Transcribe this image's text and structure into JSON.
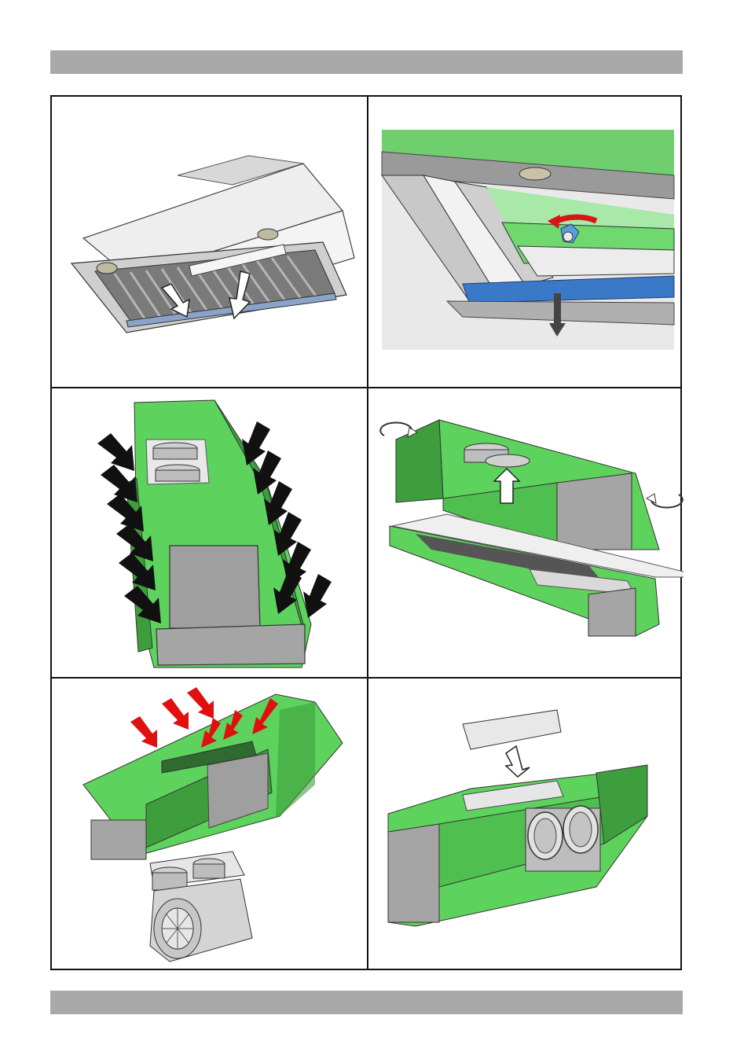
{
  "page": {
    "header_bar": "",
    "footer_bar": ""
  },
  "figures": [
    {
      "id": "fig-1",
      "subject": "hood-underside-filters-removal"
    },
    {
      "id": "fig-2",
      "subject": "filter-latch-release"
    },
    {
      "id": "fig-3",
      "subject": "insert-side-screws"
    },
    {
      "id": "fig-4",
      "subject": "lift-insert-from-frame"
    },
    {
      "id": "fig-5",
      "subject": "top-access-panel-screws-blower"
    },
    {
      "id": "fig-6",
      "subject": "cover-plate-over-blower-outlets"
    }
  ],
  "colors": {
    "highlight_green": "#5dd35d",
    "dark_green": "#3e9e3e",
    "steel_gray": "#a8a8a8",
    "arrow_red": "#e01010",
    "arrow_black": "#111111",
    "panel_blue": "#3a78c8",
    "bar_gray": "#a9a9a9"
  }
}
